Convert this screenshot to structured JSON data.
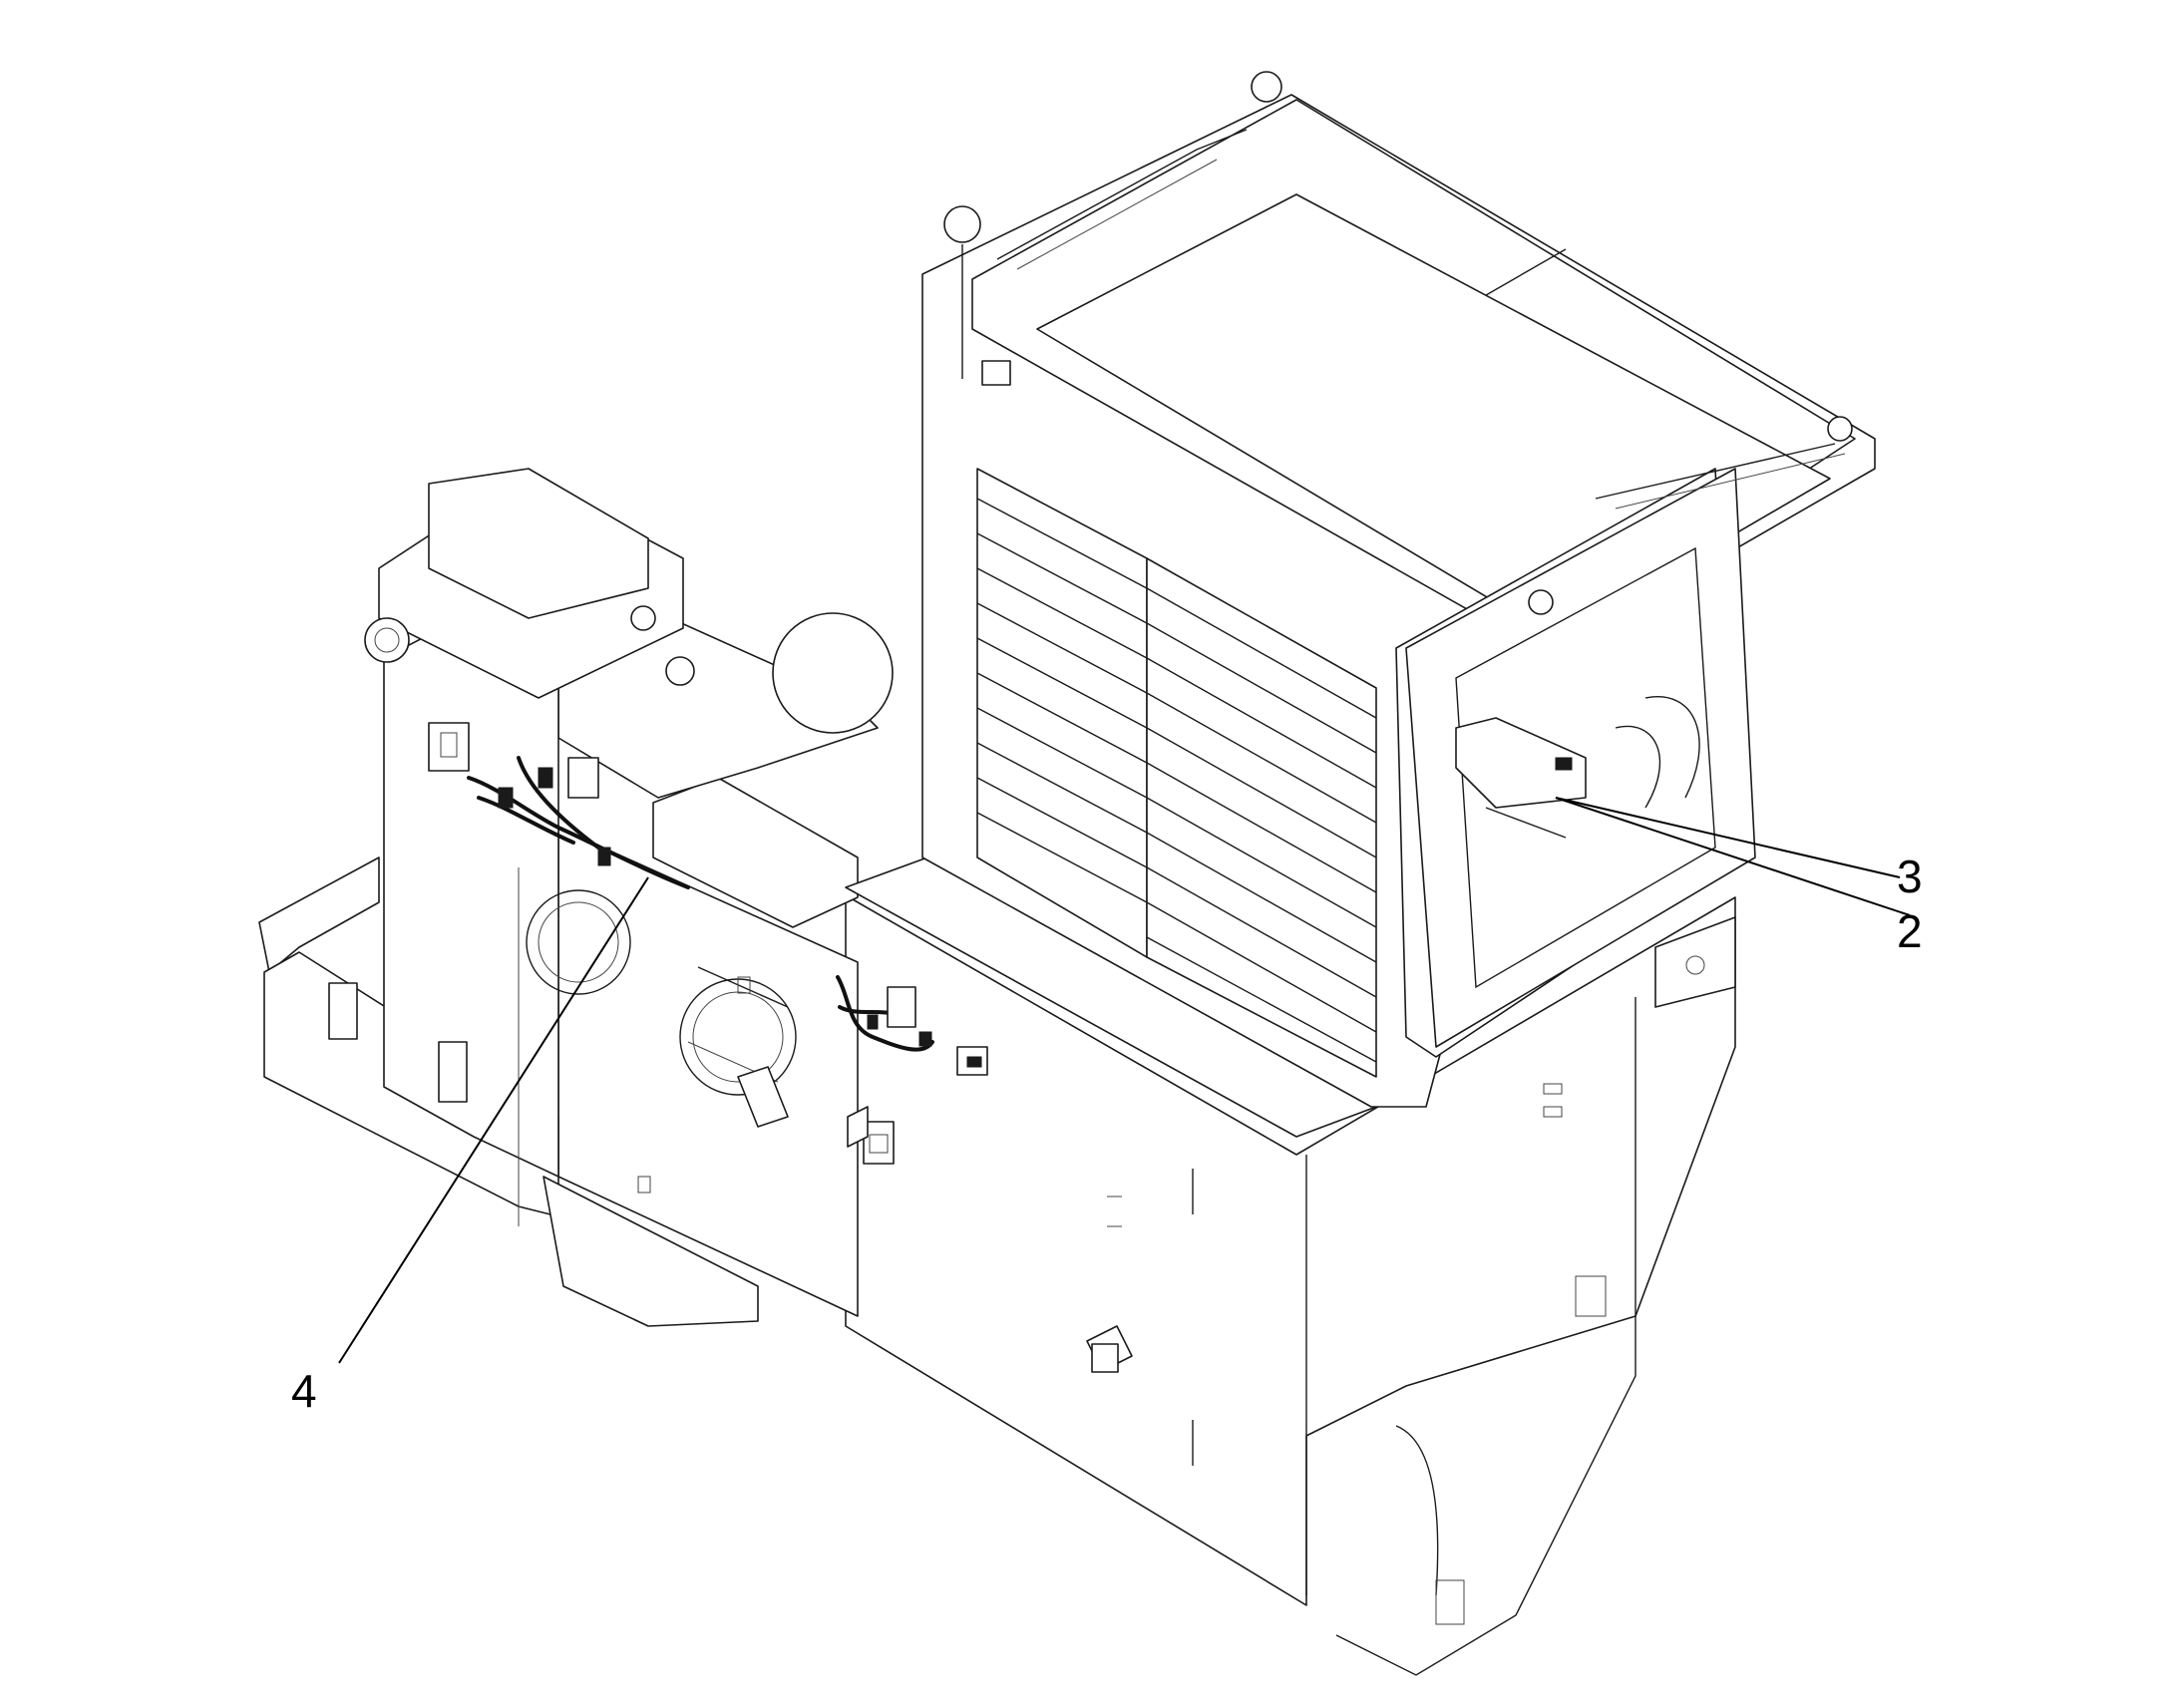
{
  "callouts": {
    "c2": "2",
    "c3": "3",
    "c4": "4"
  },
  "colors": {
    "line": "#1a1a1a",
    "background": "#ffffff"
  }
}
